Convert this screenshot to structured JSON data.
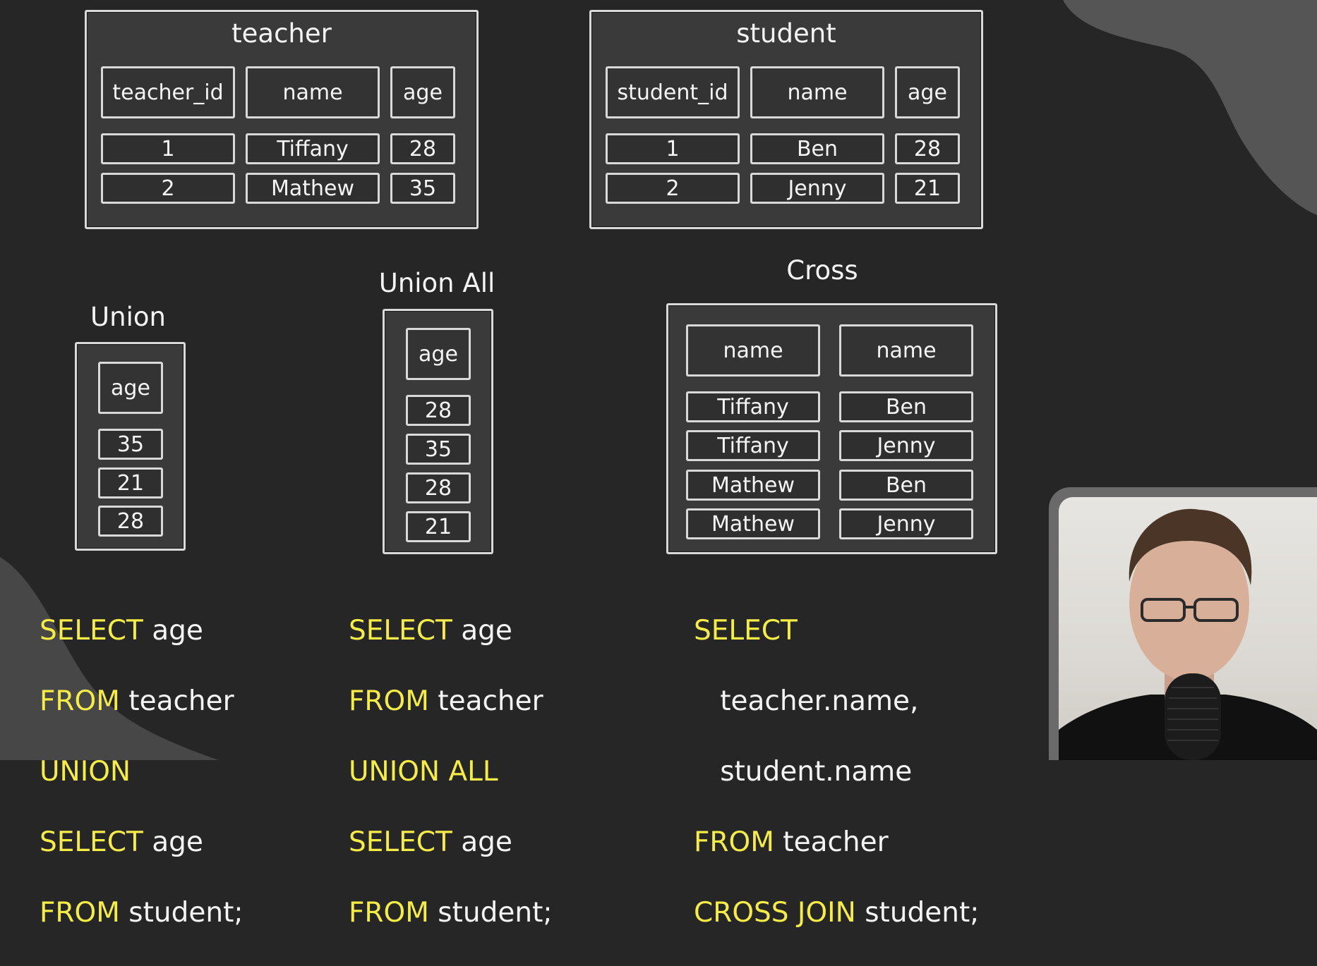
{
  "teacher_table": {
    "title": "teacher",
    "headers": [
      "teacher_id",
      "name",
      "age"
    ],
    "rows": [
      [
        "1",
        "Tiffany",
        "28"
      ],
      [
        "2",
        "Mathew",
        "35"
      ]
    ]
  },
  "student_table": {
    "title": "student",
    "headers": [
      "student_id",
      "name",
      "age"
    ],
    "rows": [
      [
        "1",
        "Ben",
        "28"
      ],
      [
        "2",
        "Jenny",
        "21"
      ]
    ]
  },
  "union": {
    "title": "Union",
    "header": "age",
    "values": [
      "35",
      "21",
      "28"
    ],
    "code": [
      {
        "kw": "SELECT",
        "rest": " age"
      },
      {
        "kw": "FROM",
        "rest": " teacher"
      },
      {
        "kw": "UNION",
        "rest": ""
      },
      {
        "kw": "SELECT",
        "rest": " age"
      },
      {
        "kw": "FROM",
        "rest": " student;"
      }
    ]
  },
  "union_all": {
    "title": "Union All",
    "header": "age",
    "values": [
      "28",
      "35",
      "28",
      "21"
    ],
    "code": [
      {
        "kw": "SELECT",
        "rest": " age"
      },
      {
        "kw": "FROM",
        "rest": " teacher"
      },
      {
        "kw": "UNION ALL",
        "rest": ""
      },
      {
        "kw": "SELECT",
        "rest": " age"
      },
      {
        "kw": "FROM",
        "rest": " student;"
      }
    ]
  },
  "cross": {
    "title": "Cross",
    "headers": [
      "name",
      "name"
    ],
    "rows": [
      [
        "Tiffany",
        "Ben"
      ],
      [
        "Tiffany",
        "Jenny"
      ],
      [
        "Mathew",
        "Ben"
      ],
      [
        "Mathew",
        "Jenny"
      ]
    ],
    "code": [
      {
        "kw": "SELECT",
        "rest": ""
      },
      {
        "kw": "",
        "rest": "   teacher.name,"
      },
      {
        "kw": "",
        "rest": "   student.name"
      },
      {
        "kw": "FROM",
        "rest": " teacher"
      },
      {
        "kw": "CROSS JOIN",
        "rest": " student;"
      }
    ]
  },
  "colors": {
    "background": "#262626",
    "panel": "#3a3a3a",
    "border": "#d9d9d9",
    "keyword": "#f5ec46",
    "text": "#f4f4f4"
  }
}
